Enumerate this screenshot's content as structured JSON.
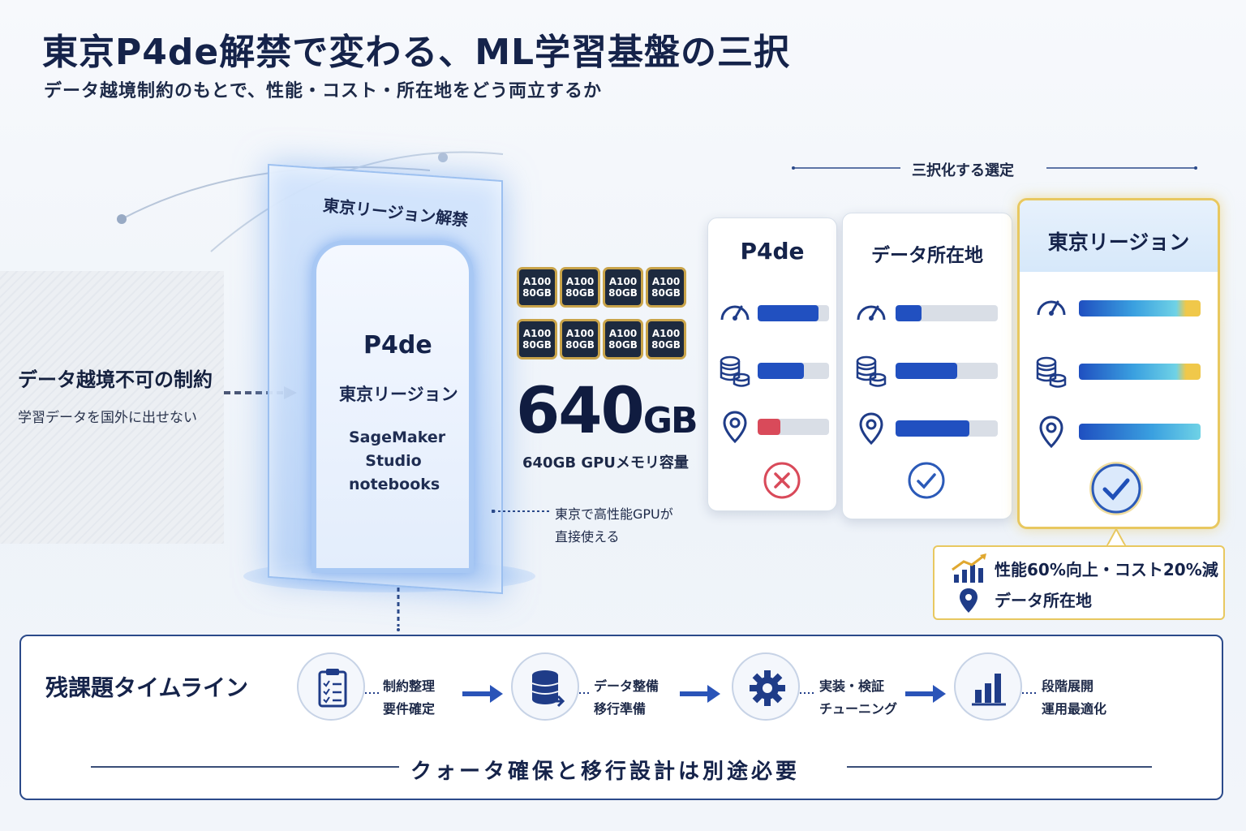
{
  "header": {
    "title": "東京P4de解禁で変わる、ML学習基盤の三択",
    "subtitle": "データ越境制約のもとで、性能・コスト・所在地をどう両立するか"
  },
  "constraint": {
    "title": "データ越境不可の制約",
    "subtitle": "学習データを国外に出せない"
  },
  "portal": {
    "header": "東京リージョン解禁",
    "instance": "P4de",
    "region": "東京リージョン",
    "service_lines": [
      "SageMaker",
      "Studio",
      "notebooks"
    ]
  },
  "gpu": {
    "chips": [
      {
        "line1": "A100",
        "line2": "80GB"
      },
      {
        "line1": "A100",
        "line2": "80GB"
      },
      {
        "line1": "A100",
        "line2": "80GB"
      },
      {
        "line1": "A100",
        "line2": "80GB"
      },
      {
        "line1": "A100",
        "line2": "80GB"
      },
      {
        "line1": "A100",
        "line2": "80GB"
      },
      {
        "line1": "A100",
        "line2": "80GB"
      },
      {
        "line1": "A100",
        "line2": "80GB"
      }
    ],
    "memory_value": "640",
    "memory_unit": "GB",
    "memory_label": "640GB GPUメモリ容量",
    "note_line1": "東京で高性能GPUが",
    "note_line2": "直接使える"
  },
  "selection": {
    "header": "三択化する選定",
    "cards": [
      {
        "title": "P4de",
        "bars": [
          {
            "metric": "performance",
            "level": 0.85,
            "color": "#2150c0"
          },
          {
            "metric": "cost",
            "level": 0.65,
            "color": "#2150c0"
          },
          {
            "metric": "location",
            "level": 0.32,
            "color": "#d94a5a"
          }
        ],
        "result": "cross"
      },
      {
        "title": "データ所在地",
        "bars": [
          {
            "metric": "performance",
            "level": 0.25,
            "color": "#2150c0"
          },
          {
            "metric": "cost",
            "level": 0.6,
            "color": "#2150c0"
          },
          {
            "metric": "location",
            "level": 0.72,
            "color": "#2150c0"
          }
        ],
        "result": "check"
      },
      {
        "title": "東京リージョン",
        "bars": [
          {
            "metric": "performance",
            "level": 1.0,
            "color": "gradient-gold"
          },
          {
            "metric": "cost",
            "level": 1.0,
            "color": "gradient-gold"
          },
          {
            "metric": "location",
            "level": 1.0,
            "color": "gradient"
          }
        ],
        "result": "check-highlight"
      }
    ],
    "callout_line1": "性能60%向上・コスト20%減",
    "callout_line2": "データ所在地"
  },
  "timeline": {
    "title": "残課題タイムライン",
    "steps": [
      {
        "icon": "clipboard-icon",
        "line1": "制約整理",
        "line2": "要件確定"
      },
      {
        "icon": "database-icon",
        "line1": "データ整備",
        "line2": "移行準備"
      },
      {
        "icon": "gear-icon",
        "line1": "実装・検証",
        "line2": "チューニング"
      },
      {
        "icon": "bar-chart-icon",
        "line1": "段階展開",
        "line2": "運用最適化"
      }
    ],
    "footer": "クォータ確保と移行設計は別途必要"
  },
  "colors": {
    "accent_blue": "#2150c0",
    "navy": "#15234a",
    "gold": "#e8c860",
    "red": "#d94a5a"
  }
}
